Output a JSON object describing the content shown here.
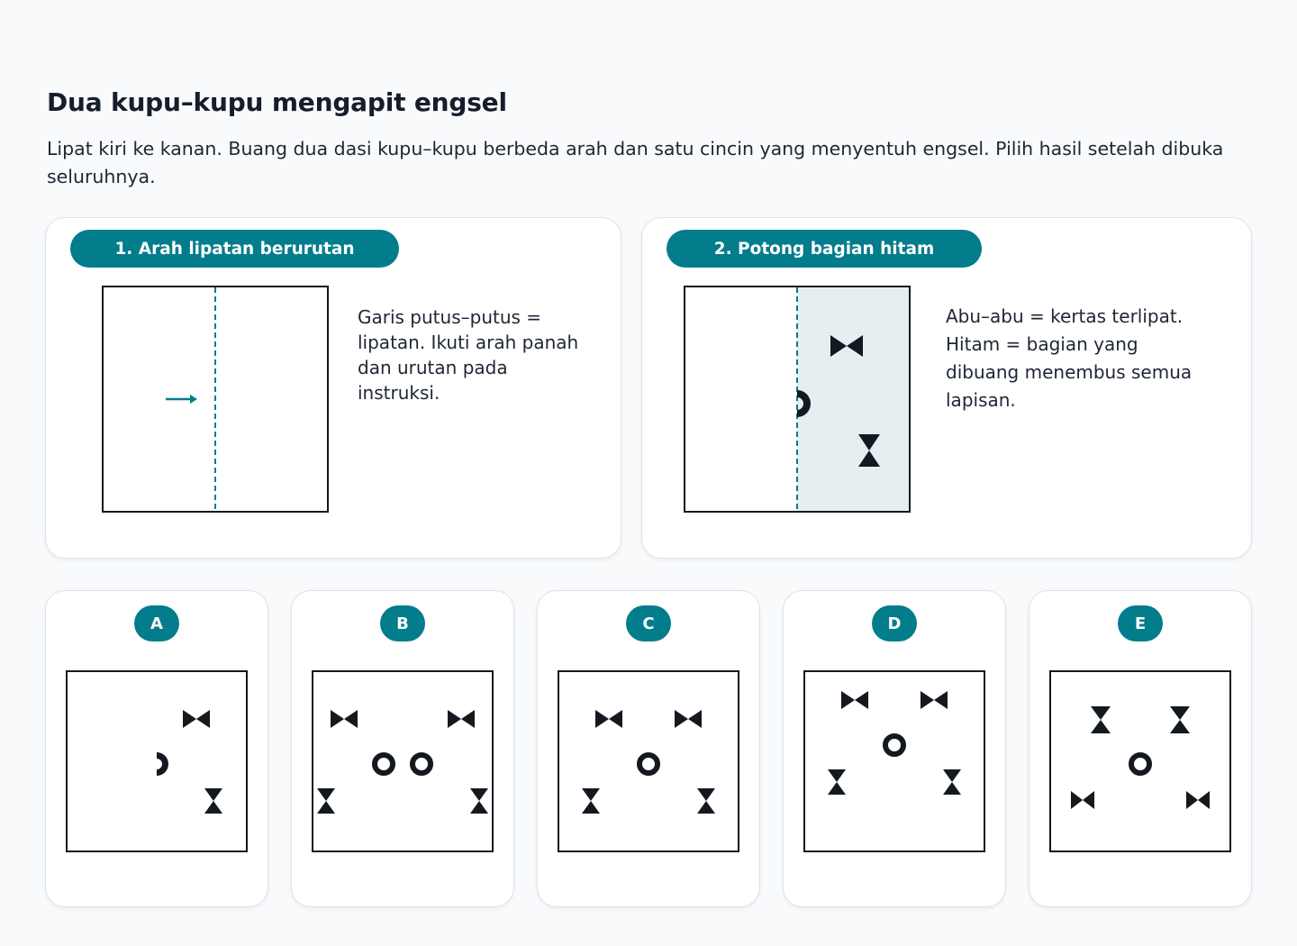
{
  "title": "Dua kupu–kupu mengapit engsel",
  "instruction": "Lipat kiri ke kanan. Buang dua dasi kupu–kupu berbeda arah dan satu cincin yang menyentuh engsel. Pilih hasil setelah dibuka seluruhnya.",
  "panel_fold": {
    "label": "1. Arah lipatan berurutan",
    "note": "Garis putus–putus = lipatan. Ikuti arah panah dan urutan pada instruksi."
  },
  "panel_cut": {
    "label": "2. Potong bagian hitam",
    "note": "Abu–abu = kertas terlipat. Hitam = bagian yang dibuang menembus semua lapisan."
  },
  "options": [
    {
      "label": "A"
    },
    {
      "label": "B"
    },
    {
      "label": "C"
    },
    {
      "label": "D"
    },
    {
      "label": "E"
    }
  ],
  "colors": {
    "accent": "#037c8c",
    "ink": "#14181f",
    "folded": "#e5eef0"
  }
}
